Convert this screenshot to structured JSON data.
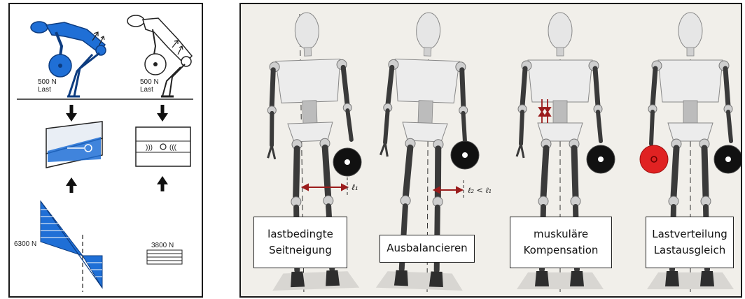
{
  "left_panel": {
    "load_left": {
      "line1": "500 N",
      "line2": "Last"
    },
    "load_right": {
      "line1": "500 N",
      "line2": "Last"
    },
    "force_left": "6300 N",
    "force_right": "3800 N"
  },
  "right_panel": {
    "length_label_1": "ℓ₁",
    "length_label_2": "ℓ₂ < ℓ₁",
    "captions": [
      {
        "line1": "lastbedingte",
        "line2": "Seitneigung"
      },
      {
        "line1": "Ausbalancieren",
        "line2": ""
      },
      {
        "line1": "muskuläre",
        "line2": "Kompensation"
      },
      {
        "line1": "Lastverteilung",
        "line2": "Lastausgleich"
      }
    ]
  },
  "colors": {
    "accent_blue": "#1f6fd6",
    "weight_black": "#111111",
    "weight_red": "#e02222",
    "arrow_dark_red": "#9b1c1c",
    "mannequin_dark": "#3a3a3a",
    "mannequin_light": "#e6e6e6"
  }
}
